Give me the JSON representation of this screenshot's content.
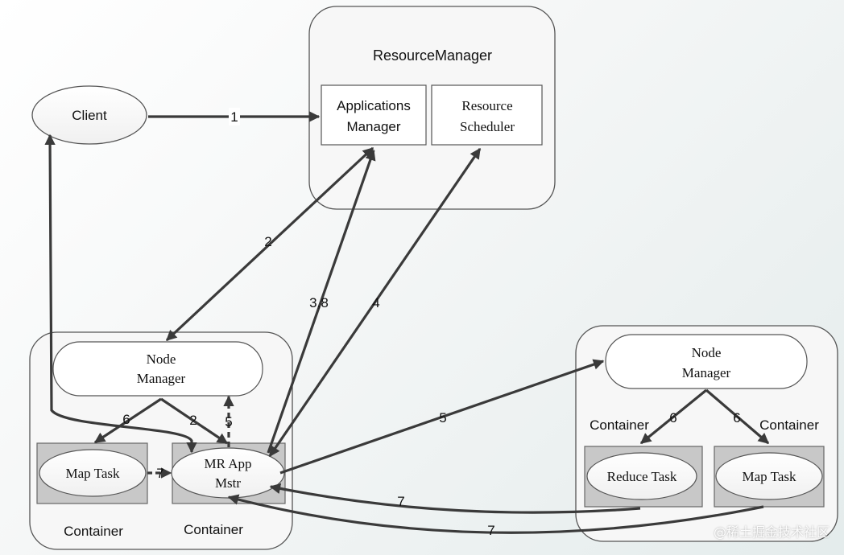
{
  "resource_manager": {
    "title": "ResourceManager",
    "applications_manager_line1": "Applications",
    "applications_manager_line2": "Manager",
    "resource_scheduler_line1": "Resource",
    "resource_scheduler_line2": "Scheduler"
  },
  "client": {
    "label": "Client"
  },
  "left_node": {
    "node_manager_line1": "Node",
    "node_manager_line2": "Manager",
    "map_task": "Map Task",
    "mr_app_line1": "MR App",
    "mr_app_line2": "Mstr",
    "container_left": "Container",
    "container_right": "Container"
  },
  "right_node": {
    "node_manager_line1": "Node",
    "node_manager_line2": "Manager",
    "reduce_task": "Reduce Task",
    "map_task": "Map Task",
    "container_left": "Container",
    "container_right": "Container"
  },
  "steps": {
    "s1": "1",
    "s2_rm": "2",
    "s38": "3,8",
    "s4": "4",
    "s2_local": "2",
    "s5_local": "5",
    "s6_local": "6",
    "s7_local": "7",
    "s5_remote": "5",
    "s6_reduce": "6",
    "s6_map": "6",
    "s7_reduce": "7",
    "s7_map": "7"
  },
  "watermark": "@稀土掘金技术社区",
  "colors": {
    "panel_fill": "#f7f7f7",
    "panel_stroke": "#555555",
    "container_fill": "#c8c8c8",
    "arrow": "#3a3a3a"
  }
}
